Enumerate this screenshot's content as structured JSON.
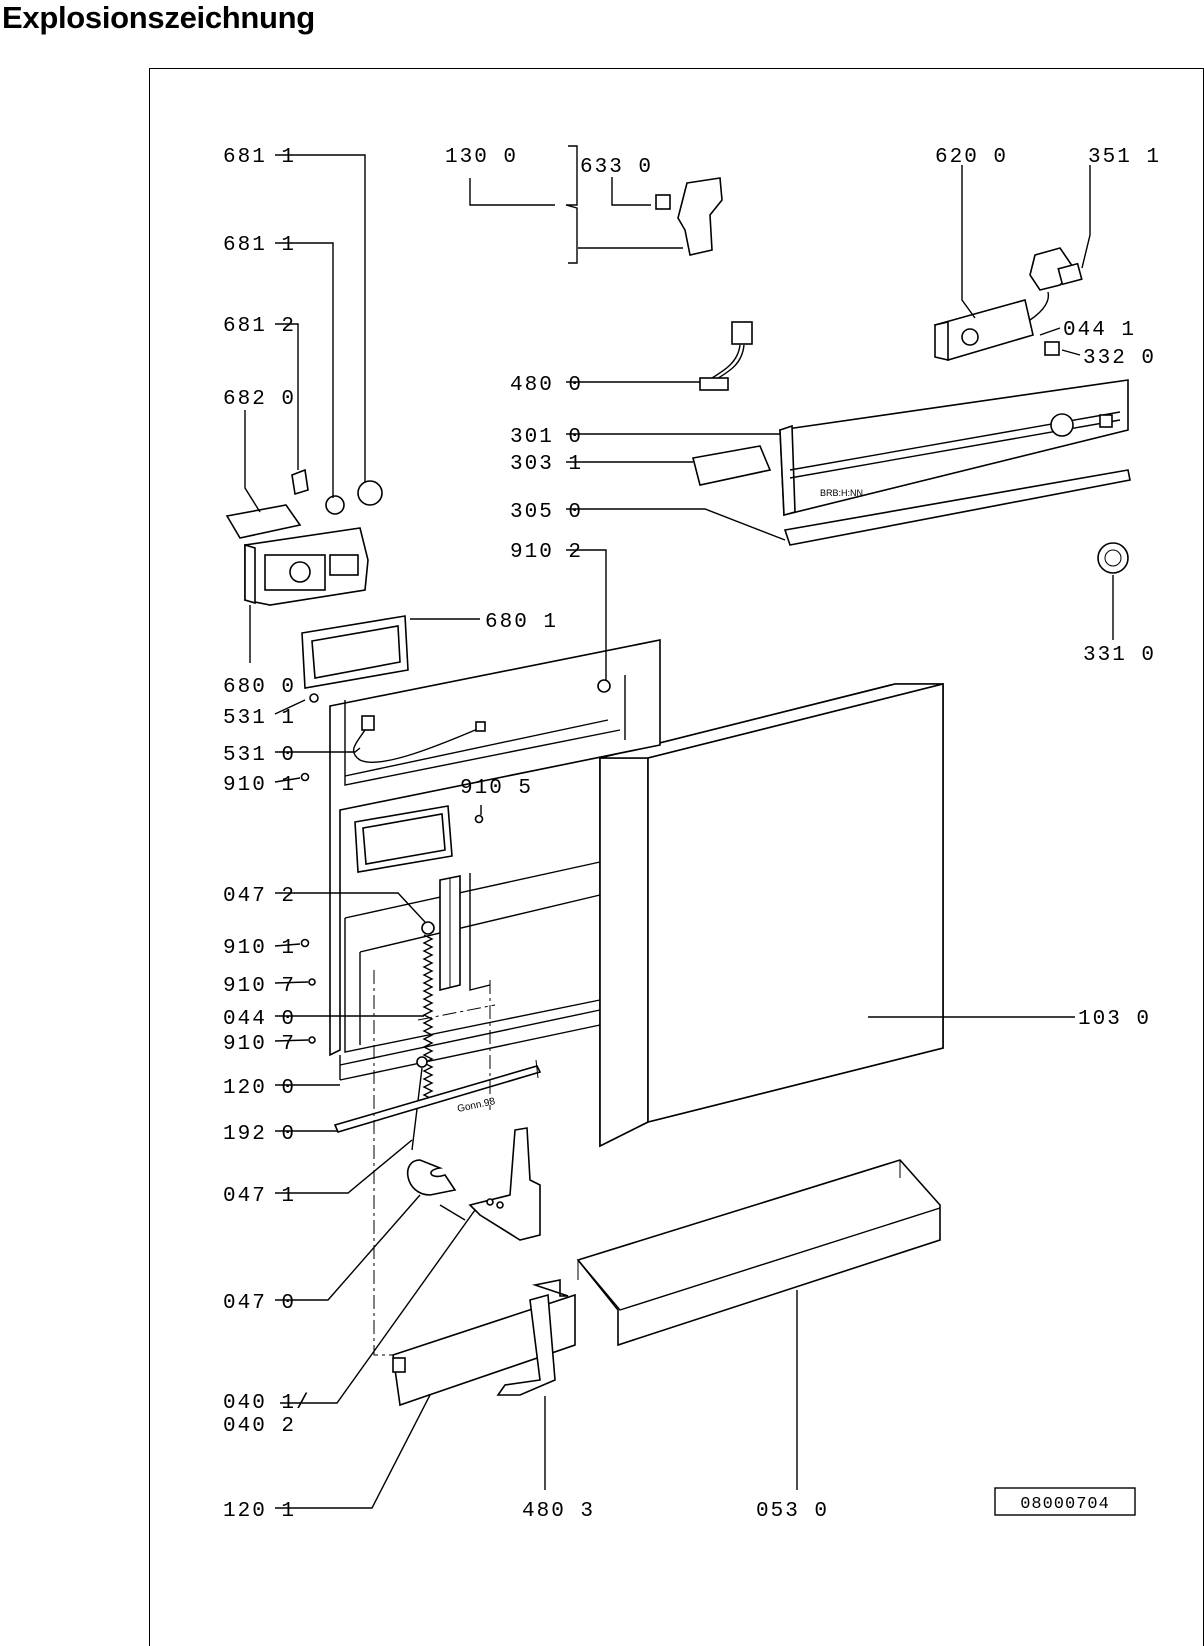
{
  "title": "Explosionszeichnung",
  "drawing_number": "08000704",
  "brand_text": "BRB:H:NN",
  "date_stamp": "Gonn.98",
  "labels": {
    "l681a": "681 1",
    "l681b": "681 1",
    "l681c": "681 2",
    "l682": "682 0",
    "l680_0": "680 0",
    "l680_1": "680 1",
    "l531_1": "531 1",
    "l531_0": "531 0",
    "l910_1a": "910 1",
    "l910_5": "910 5",
    "l910_2": "910 2",
    "l047_2": "047 2",
    "l910_1b": "910 1",
    "l910_7a": "910 7",
    "l044_0": "044 0",
    "l910_7b": "910 7",
    "l120_0": "120 0",
    "l192": "192 0",
    "l047_1": "047 1",
    "l047_0": "047 0",
    "l040_1": "040 1/",
    "l040_2": "040 2",
    "l120_1": "120 1",
    "l480_3": "480 3",
    "l053": "053 0",
    "l130": "130 0",
    "l633": "633 0",
    "l620": "620 0",
    "l351": "351 1",
    "l044_1": "044 1",
    "l332": "332 0",
    "l480_0": "480 0",
    "l301": "301 0",
    "l303": "303 1",
    "l305": "305 0",
    "l331": "331 0",
    "l103": "103 0"
  }
}
